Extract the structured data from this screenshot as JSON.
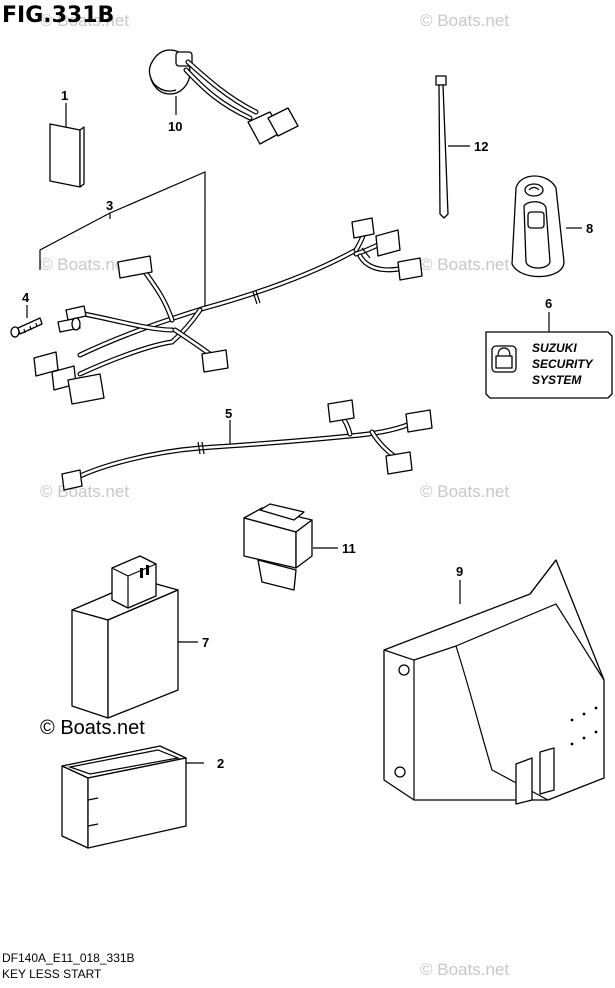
{
  "figure": {
    "title": "FIG.331B",
    "footer_code": "DF140A_E11_018_331B",
    "footer_caption": "KEY LESS START"
  },
  "watermark": {
    "text": "Boats.net",
    "prefix": "©"
  },
  "callouts": [
    "1",
    "2",
    "3",
    "4",
    "5",
    "6",
    "7",
    "8",
    "9",
    "10",
    "11",
    "12"
  ],
  "security_label": {
    "line1": "SUZUKI",
    "line2": "SECURITY",
    "line3": "SYSTEM"
  }
}
